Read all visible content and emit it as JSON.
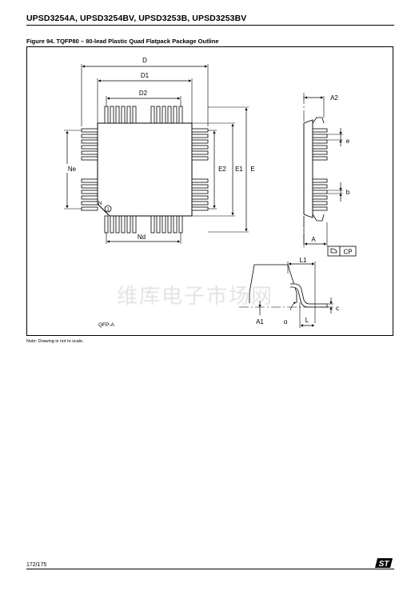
{
  "header": {
    "title": "UPSD3254A, UPSD3254BV, UPSD3253B, UPSD3253BV"
  },
  "figure": {
    "caption": "Figure 94. TQFP80 – 80-lead Plastic Quad Flatpack Package Outline",
    "labels": {
      "D": "D",
      "D1": "D1",
      "D2": "D2",
      "E": "E",
      "E1": "E1",
      "E2": "E2",
      "Ne": "Ne",
      "Nd": "Nd",
      "N": "N",
      "pin1": "1",
      "A2": "A2",
      "e": "e",
      "b": "b",
      "A": "A",
      "CP": "CP",
      "L1": "L1",
      "A1": "A1",
      "alpha": "α",
      "L": "L",
      "c": "c",
      "code": "QFP-A"
    }
  },
  "watermark": "维库电子市场网",
  "note": "Note: Drawing is not to scale.",
  "footer": {
    "page": "172/175",
    "logo": "ST"
  }
}
